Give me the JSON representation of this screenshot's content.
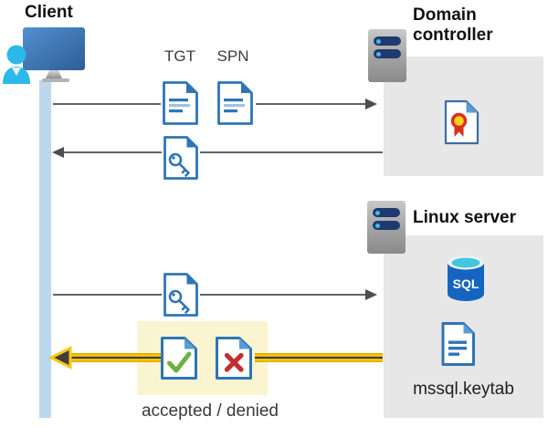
{
  "client": {
    "label": "Client"
  },
  "domain_controller": {
    "label": "Domain controller"
  },
  "linux_server": {
    "label": "Linux server",
    "sql_label": "SQL",
    "keytab_label": "mssql.keytab"
  },
  "flow": {
    "tgt_label": "TGT",
    "spn_label": "SPN",
    "result_label": "accepted / denied"
  },
  "icons": {
    "client-icon": "monitor-with-person",
    "server-icon": "server-tower-with-leds",
    "tgt-document-icon": "document-with-text-lines",
    "spn-document-icon": "document-with-text-lines",
    "key-document-icon": "document-with-key",
    "certificate-icon": "document-with-red-seal",
    "sql-database-icon": "blue-database-cylinder",
    "keytab-document-icon": "document-with-text-lines",
    "accepted-icon": "document-with-green-check",
    "denied-icon": "document-with-red-x",
    "flow-arrow-icon": "thin-gray-arrow",
    "highlight-arrow-icon": "yellow-highlighted-arrow"
  },
  "colors": {
    "doc_blue": "#2e75b6",
    "doc_blue_light": "#9dc3e6",
    "fold_blue": "#5b9bd5",
    "box_gray": "#e7e7e7",
    "timeline_blue": "#bdd7ee",
    "highlight_yellow_bg": "#fbf4d0",
    "arrow_gray": "#4d4d4d",
    "flow_yellow": "#ffc912",
    "accepted_green": "#6ab23f",
    "denied_red": "#c22f2e",
    "sql_blue": "#1565c0",
    "sql_cyan": "#45c6e0",
    "cert_red": "#da2f23",
    "cert_gold": "#ffd21c",
    "person_cyan": "#2cb9e9",
    "server_navy": "#1e3a6e"
  }
}
